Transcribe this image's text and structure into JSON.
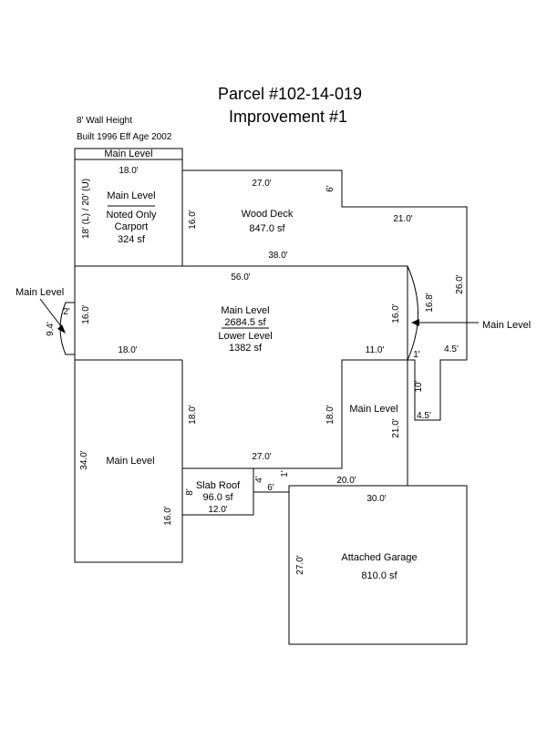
{
  "title": {
    "line1": "Parcel #102-14-019",
    "line2": "Improvement #1"
  },
  "notes": {
    "wall_height": "8' Wall Height",
    "built": "Built 1996 Eff Age 2002"
  },
  "areas": {
    "carport": {
      "header": "Main Level",
      "label": "Main Level",
      "note": "Noted Only",
      "type": "Carport",
      "area": "324 sf"
    },
    "wood_deck": {
      "label": "Wood Deck",
      "area": "847.0 sf"
    },
    "main_center": {
      "label": "Main Level",
      "area": "2684.5 sf",
      "lower_label": "Lower Level",
      "lower_area": "1382 sf"
    },
    "main_left": {
      "label": "Main Level"
    },
    "main_right": {
      "label": "Main Level"
    },
    "slab_roof": {
      "label": "Slab Roof",
      "area": "96.0 sf"
    },
    "garage": {
      "label": "Attached Garage",
      "area": "810.0 sf"
    }
  },
  "callouts": {
    "left": "Main Level",
    "right": "Main Level"
  },
  "dimensions": {
    "carport_top": "18.0'",
    "carport_left": "18' (L) / 20' (U)",
    "carport_right": "16.0'",
    "deck_top": "27.0'",
    "deck_step": "6'",
    "deck_right_top": "21.0'",
    "deck_bottom": "38.0'",
    "deck_right": "26.0'",
    "main_top": "56.0'",
    "main_left": "16.0'",
    "main_right": "16.0'",
    "arc_width": "16.8'",
    "bay_depth": "2'",
    "bay_width": "9.4'",
    "main_bottom_left": "18.0'",
    "main_bottom_right": "11.0'",
    "one_foot": "1'",
    "notch_top": "4.5'",
    "notch_side": "10'",
    "notch_bottom": "4.5'",
    "inner_left": "18.0'",
    "inner_right": "18.0'",
    "right_wing_side": "21.0'",
    "left_wing": "34.0'",
    "bottom_27": "27.0'",
    "slab_left": "8'",
    "slab_bottom": "12.0'",
    "step_4": "4'",
    "step_1": "1'",
    "step_6": "6'",
    "right_wing_bottom": "20.0'",
    "left_wing_lower": "16.0'",
    "garage_top": "30.0'",
    "garage_side": "27.0'"
  }
}
